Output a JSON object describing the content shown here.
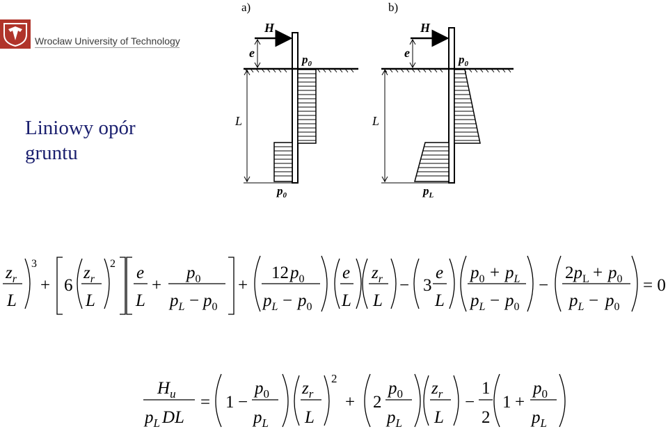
{
  "header": {
    "institution": "Wrocław University of Technology",
    "brand_color": "#b0342a",
    "title_color": "#1a1f6e"
  },
  "slide": {
    "title_line1": "Liniowy opór",
    "title_line2": "gruntu"
  },
  "figure": {
    "panel_a_label": "a)",
    "panel_b_label": "b)",
    "force": "H",
    "eccentricity": "e",
    "pressure_top": "p",
    "pressure_top_sub": "0",
    "length": "L",
    "panel_a_bottom": "p",
    "panel_a_bottom_sub": "0",
    "panel_b_bottom": "p",
    "panel_b_bottom_sub": "L"
  },
  "equation1": {
    "zr": "z",
    "sub_r": "r",
    "L": "L",
    "e": "e",
    "p": "p",
    "sub_0": "0",
    "sub_L": "L",
    "exp3": "3",
    "exp2": "2",
    "six": "6",
    "twelve": "12",
    "three": "3",
    "two": "2",
    "plus": "+",
    "minus": "−",
    "equals": "= 0"
  },
  "equation2": {
    "H": "H",
    "sub_u": "u",
    "DL": "DL",
    "one": "1",
    "two": "2",
    "exp2": "2",
    "plus": "+",
    "minus": "−",
    "equals": "="
  }
}
